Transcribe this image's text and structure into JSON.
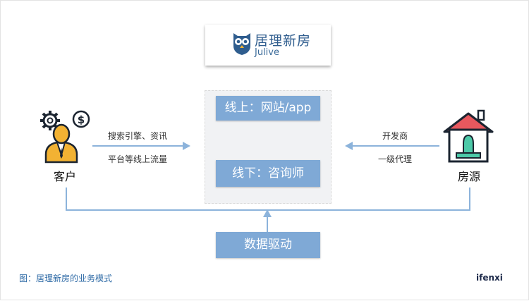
{
  "logo": {
    "cn": "居理新房",
    "en": "Julive"
  },
  "online": "线上：网站/app",
  "offline": "线下：咨询师",
  "data_drive": "数据驱动",
  "left_labels": {
    "line1": "搜索引擎、资讯",
    "line2": "平台等线上流量"
  },
  "right_labels": {
    "line1": "开发商",
    "line2": "一级代理"
  },
  "customer": "客户",
  "property_source": "房源",
  "caption": "图：居理新房的业务模式",
  "watermark": "ifenxi",
  "colors": {
    "box_fill": "#7fa9d6",
    "connector": "#8cb3db",
    "logo_blue": "#2f5d8e",
    "caption_blue": "#2e6aa6",
    "icon_dark": "#1b2430",
    "icon_orange": "#f2b233",
    "roof_red": "#e8585e",
    "door_green": "#4cc9a8"
  }
}
